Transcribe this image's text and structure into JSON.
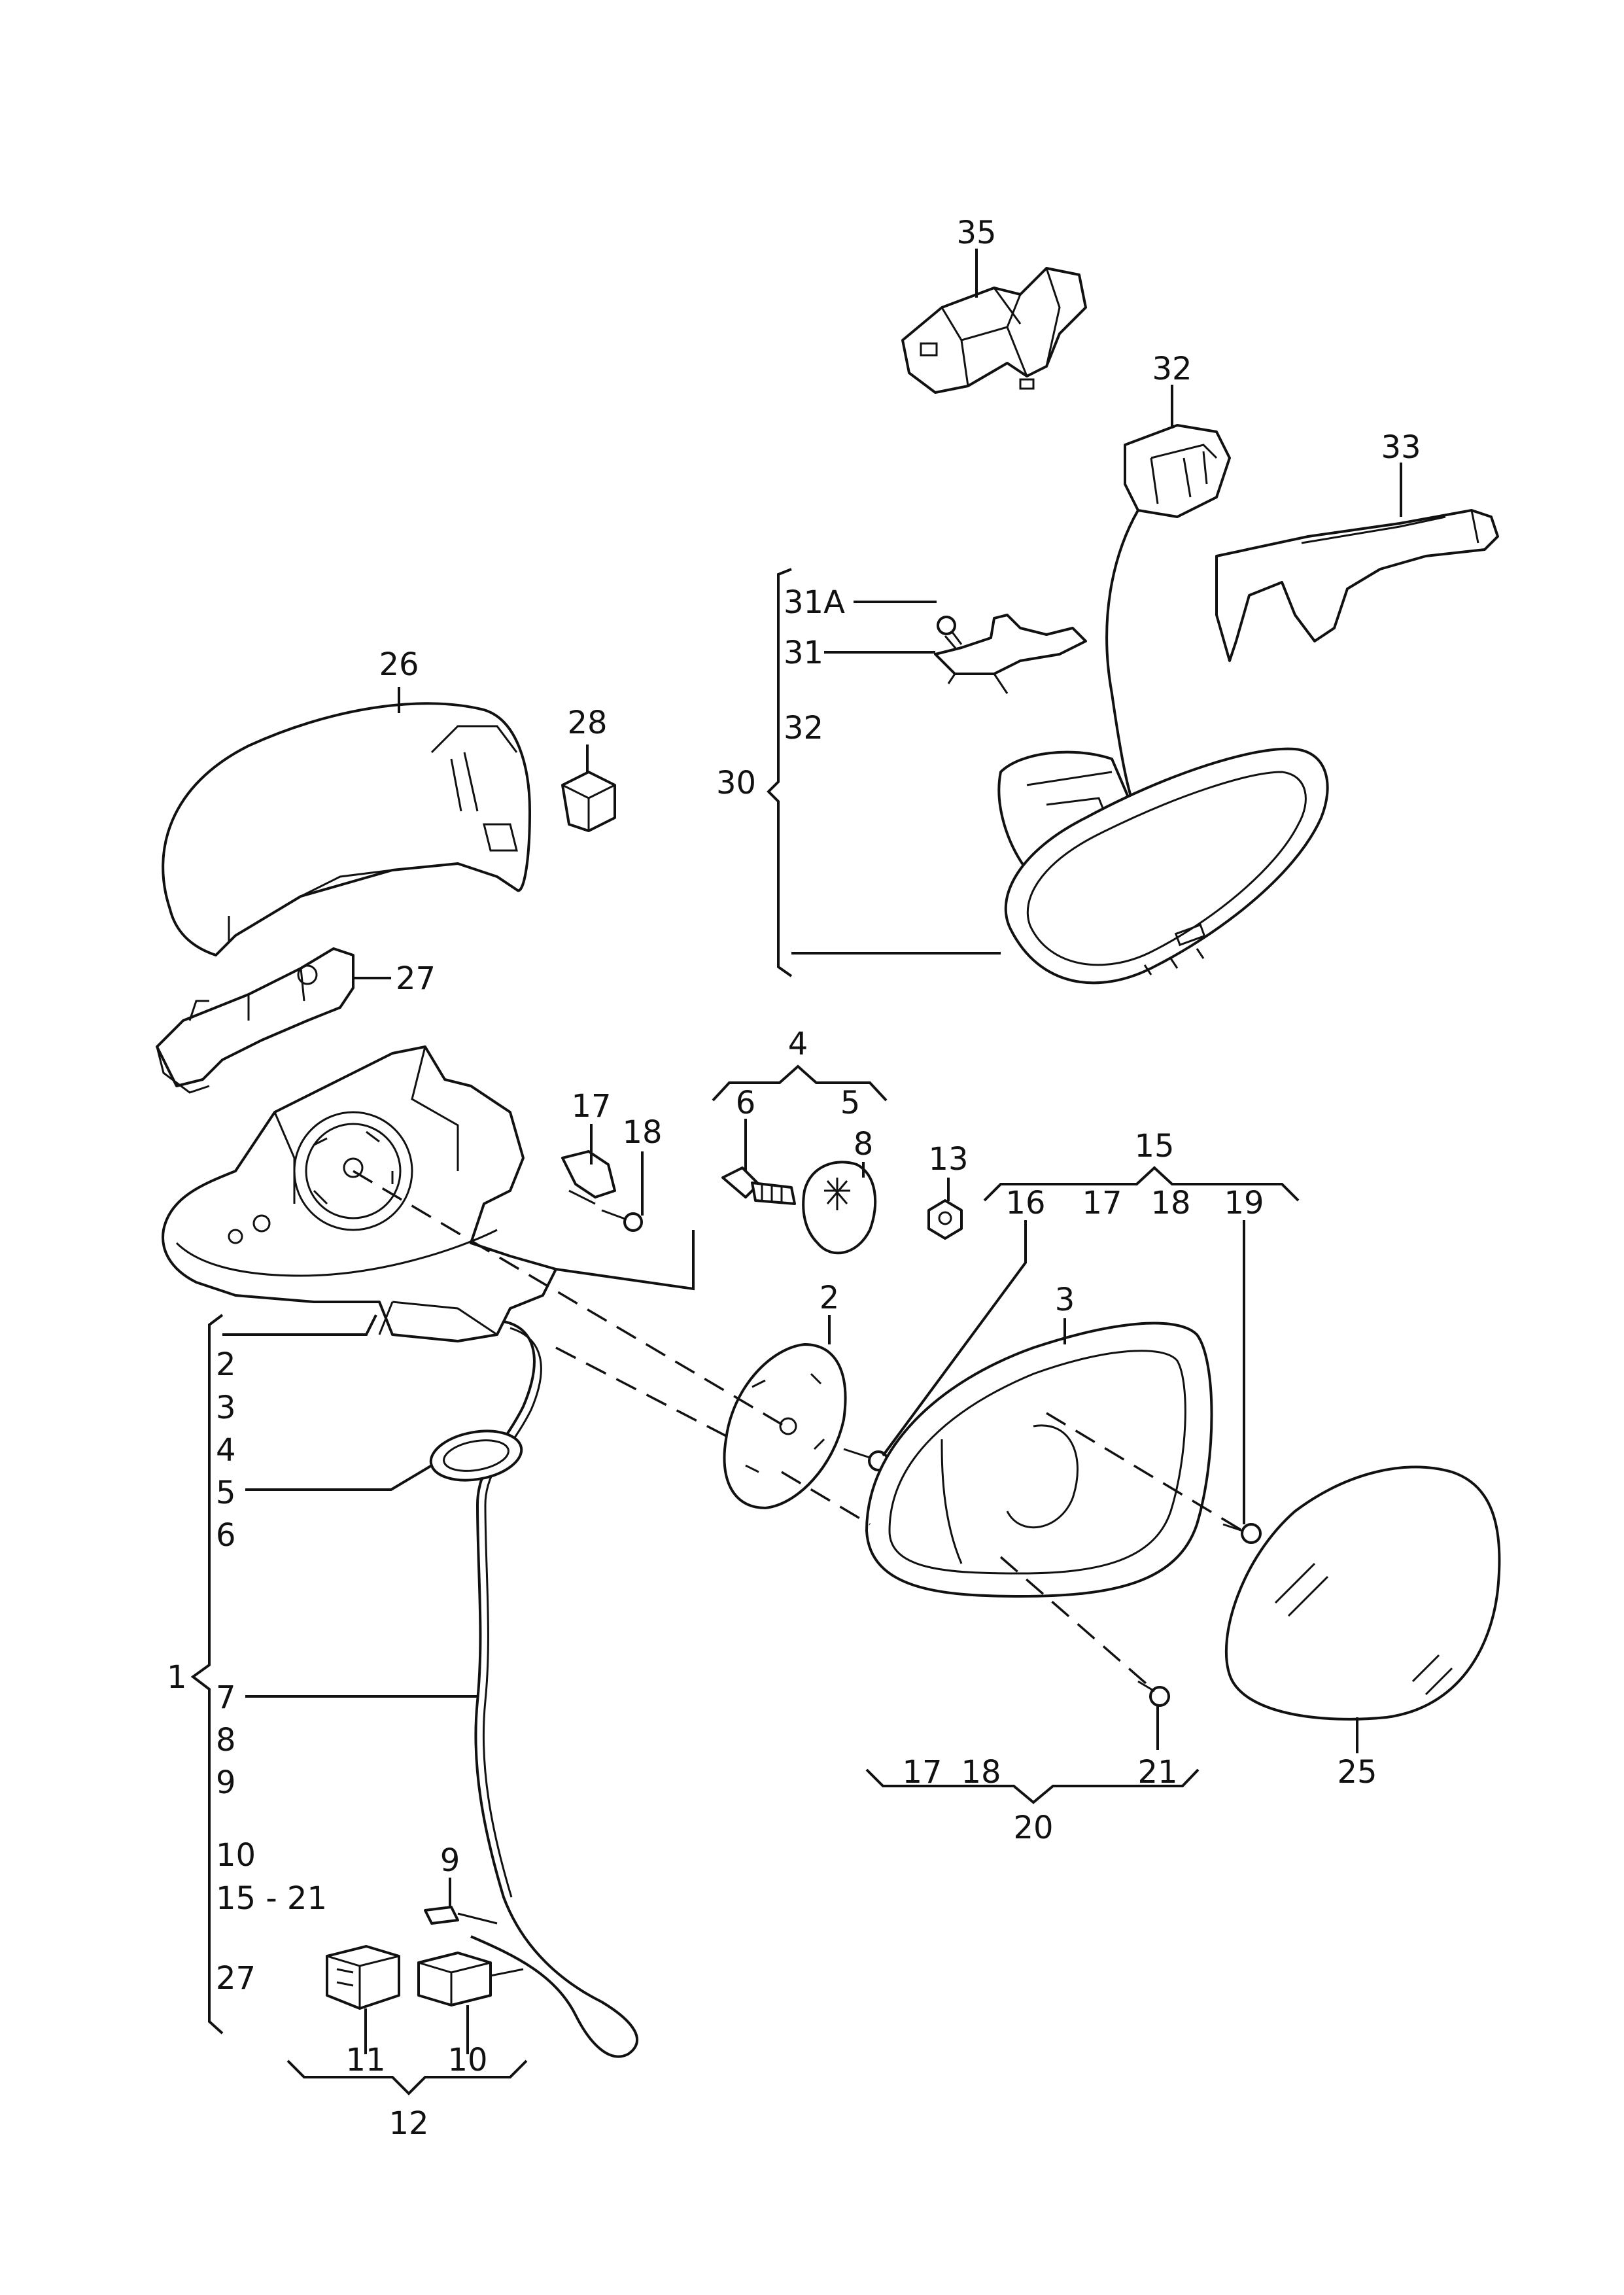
{
  "labels": {
    "p35": "35",
    "p32": "32",
    "p33": "33",
    "p31a": "31A",
    "p31": "31",
    "p32b": "32",
    "p30": "30",
    "p26": "26",
    "p28": "28",
    "p27": "27",
    "p4": "4",
    "p6": "6",
    "p5": "5",
    "p17a": "17",
    "p18a": "18",
    "p8": "8",
    "p13": "13",
    "p15": "15",
    "p16": "16",
    "p17b": "17",
    "p18b": "18",
    "p19": "19",
    "p2": "2",
    "p3": "3",
    "p21": "21",
    "p25": "25",
    "p17c": "17",
    "p18c": "18",
    "p20": "20",
    "p9": "9",
    "p11": "11",
    "p10": "10",
    "p12": "12",
    "p1": "1"
  },
  "group1_list": [
    "2",
    "3",
    "4",
    "5",
    "6",
    "7",
    "8",
    "9",
    "10",
    "15 - 21",
    "27"
  ]
}
